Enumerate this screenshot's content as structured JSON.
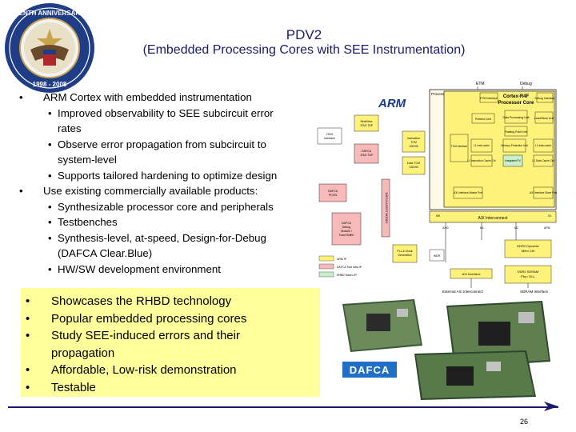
{
  "title": {
    "line1": "PDV2",
    "line2": "(Embedded Processing Cores with SEE Instrumentation)"
  },
  "logo": {
    "top_text": "TENTH ANNIVERSARY",
    "years": "1998 - 2008"
  },
  "bullets": [
    {
      "text": "ARM Cortex with embedded instrumentation",
      "sub": [
        [
          "Improved observability to SEE subcircuit error",
          "rates"
        ],
        [
          "Observe error propagation from subcircuit to",
          "system-level"
        ],
        [
          "Supports tailored hardening to optimize design"
        ]
      ]
    },
    {
      "text": "Use existing commercially available products:",
      "sub": [
        [
          "Synthesizable processor core and peripherals"
        ],
        [
          "Testbenches"
        ],
        [
          "Synthesis-level, at-speed, Design-for-Debug",
          "(DAFCA Clear.Blue)"
        ],
        [
          "HW/SW development environment"
        ]
      ]
    }
  ],
  "highlights": [
    [
      "Showcases the RHBD technology"
    ],
    [
      "Popular embedded processing cores"
    ],
    [
      "Study SEE-induced errors and their",
      "propagation"
    ],
    [
      "Affordable, Low-risk demonstration"
    ],
    [
      "Testable"
    ]
  ],
  "diagram": {
    "top_labels": {
      "etm": "ETM",
      "debug": "Debug"
    },
    "processor_label": "Processor",
    "core_title": "Cortex-R4F Processor Core",
    "arm_logo": "ARM",
    "blocks": {
      "realview": "RealView JTAG TAP",
      "jtag": "JTAG Interface",
      "dafca_jtag": "DAFCA JTAG TAP",
      "itcm": "Instruction TCM 128 KB",
      "dtcm": "Data TCM 128 KB",
      "dafca_pcon": "DAFCA PCON",
      "dafca_debug": "DAFCA Debug Module / Trace Buffer",
      "dafca_side": "DAFCA ASSIST MODES",
      "axi_interconnect": "AXI Interconnect",
      "pll": "PLL & Clock Generation",
      "wdr": "WDR",
      "ddr2_ctrl": "DDR2 Dynamic Mem Ctlr",
      "ddr2_phy": "DDR2 SDRAM Phy / DLL",
      "axi_interface": "AXI Interface",
      "etm_interface": "ETM Interface",
      "debug_interface": "Debug Interface",
      "prefetch": "Prefetch Unit",
      "data_proc": "Data Processing Unit",
      "load_store": "Load/Store Unit",
      "fpu": "Floating Point Unit",
      "tcm_if": "Tightly Coupled Memory (TCM) Interface",
      "l1_instr": "L1 instruction cache/control",
      "l1_data": "L1 data cache/control",
      "mpu": "Memory Protection Unit",
      "l1_cache_ctl": "L1 Instruction Cache Ctrl",
      "l1_data_cache": "L1 Data Cache Ctrl",
      "axi_master": "AXI Interface Master Port",
      "axi_slave": "AXI Interface Slave Port",
      "integrated_pv": "Integrated PV"
    },
    "port_labels": [
      "M0",
      "S1",
      "AXI0",
      "M1",
      "M2",
      "APM"
    ],
    "legend": [
      "ARM IP",
      "DAFCA Test Infra IP",
      "RHBD Macro IP"
    ],
    "ext_axi": "External AXI Interconnect",
    "sdram_if": "SDRAM Interface"
  },
  "boards": {
    "brand": "DAFCA"
  },
  "page_number": "26",
  "colors": {
    "title": "#1a1a6e",
    "highlight_bg": "#ffff9c",
    "arm_block": "#fff27a",
    "dafca_block": "#f7b9b9",
    "rhbd_block": "#c9efc9",
    "gray_block": "#d0d0d0"
  }
}
